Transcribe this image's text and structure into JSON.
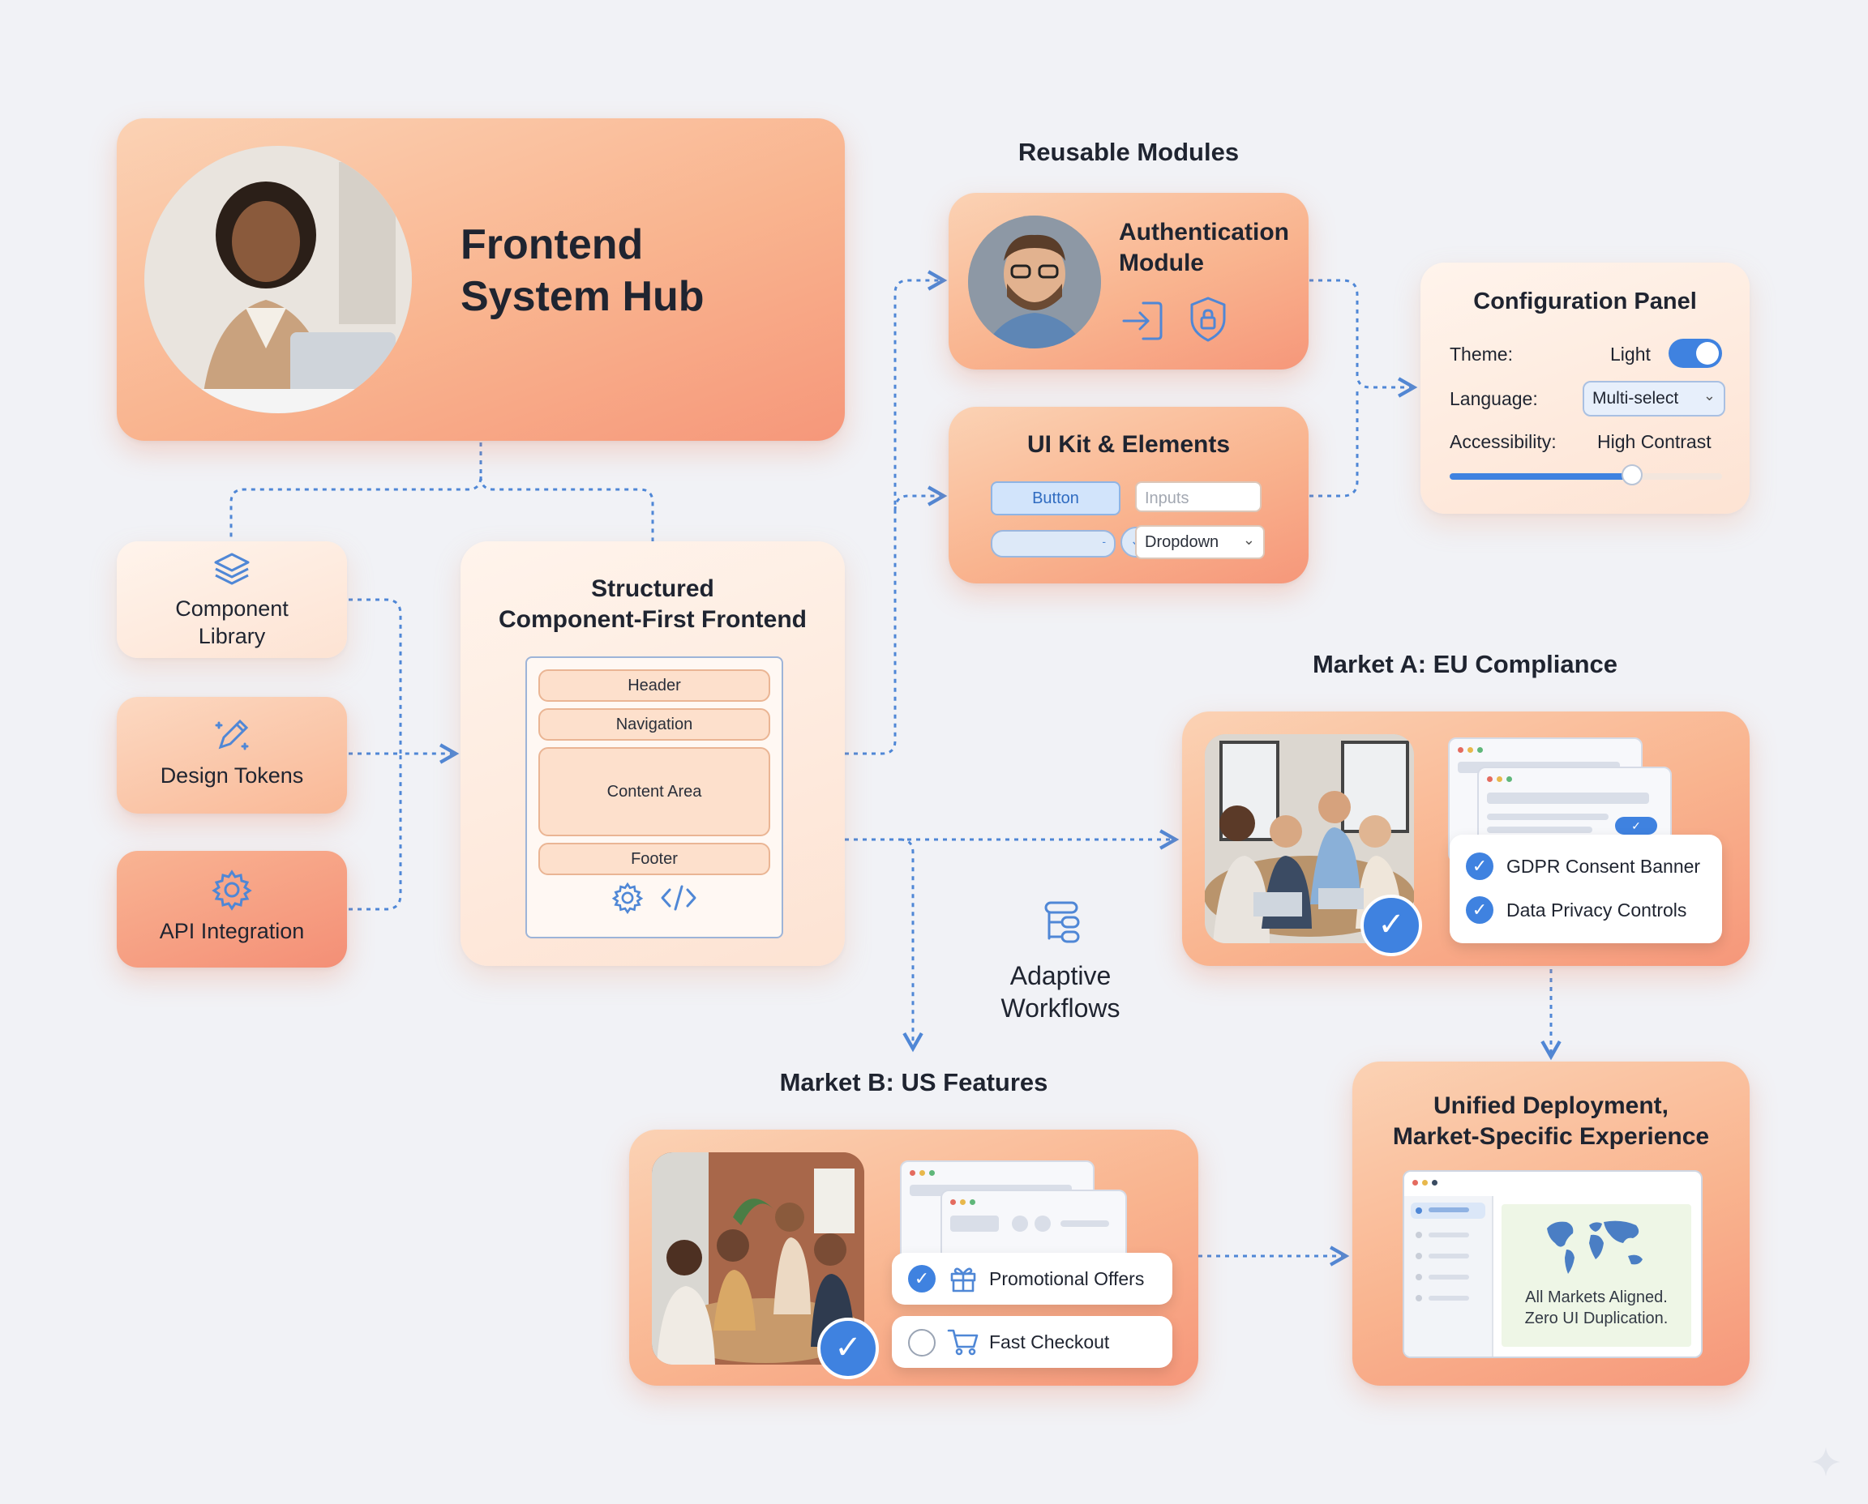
{
  "hub": {
    "title_line1": "Frontend",
    "title_line2": "System Hub"
  },
  "left_blocks": {
    "component_library": {
      "line1": "Component",
      "line2": "Library",
      "icon": "layers-icon"
    },
    "design_tokens": {
      "label": "Design Tokens",
      "icon": "pencil-sparkle-icon"
    },
    "api_integration": {
      "label": "API Integration",
      "icon": "gear-icon"
    }
  },
  "structured": {
    "title_line1": "Structured",
    "title_line2": "Component-First Frontend",
    "rows": [
      "Header",
      "Navigation",
      "Content Area",
      "Footer"
    ]
  },
  "reusable_modules": {
    "heading": "Reusable Modules",
    "auth": {
      "line1": "Authentication",
      "line2": "Module"
    },
    "ui_kit": {
      "title": "UI Kit & Elements",
      "button_label": "Button",
      "inputs_placeholder": "Inputs",
      "dropdown_label": "Dropdown"
    }
  },
  "config_panel": {
    "title": "Configuration Panel",
    "theme_label": "Theme:",
    "theme_value": "Light",
    "theme_toggle_on": true,
    "language_label": "Language:",
    "language_value": "Multi-select",
    "accessibility_label": "Accessibility:",
    "accessibility_value": "High Contrast",
    "slider_level": 0.67
  },
  "market_a": {
    "heading": "Market A: EU Compliance",
    "items": [
      "GDPR Consent Banner",
      "Data Privacy Controls"
    ]
  },
  "adaptive": {
    "line1": "Adaptive",
    "line2": "Workflows"
  },
  "market_b": {
    "heading": "Market B: US Features",
    "items": [
      {
        "label": "Promotional Offers",
        "checked": true
      },
      {
        "label": "Fast Checkout",
        "checked": false
      }
    ]
  },
  "unified": {
    "title_line1": "Unified Deployment,",
    "title_line2": "Market-Specific Experience",
    "caption_line1": "All Markets Aligned.",
    "caption_line2": "Zero UI Duplication."
  },
  "colors": {
    "accent_blue": "#3f82e0",
    "card_peach": "#f9b48f",
    "wire_blue": "#4f87d6"
  }
}
